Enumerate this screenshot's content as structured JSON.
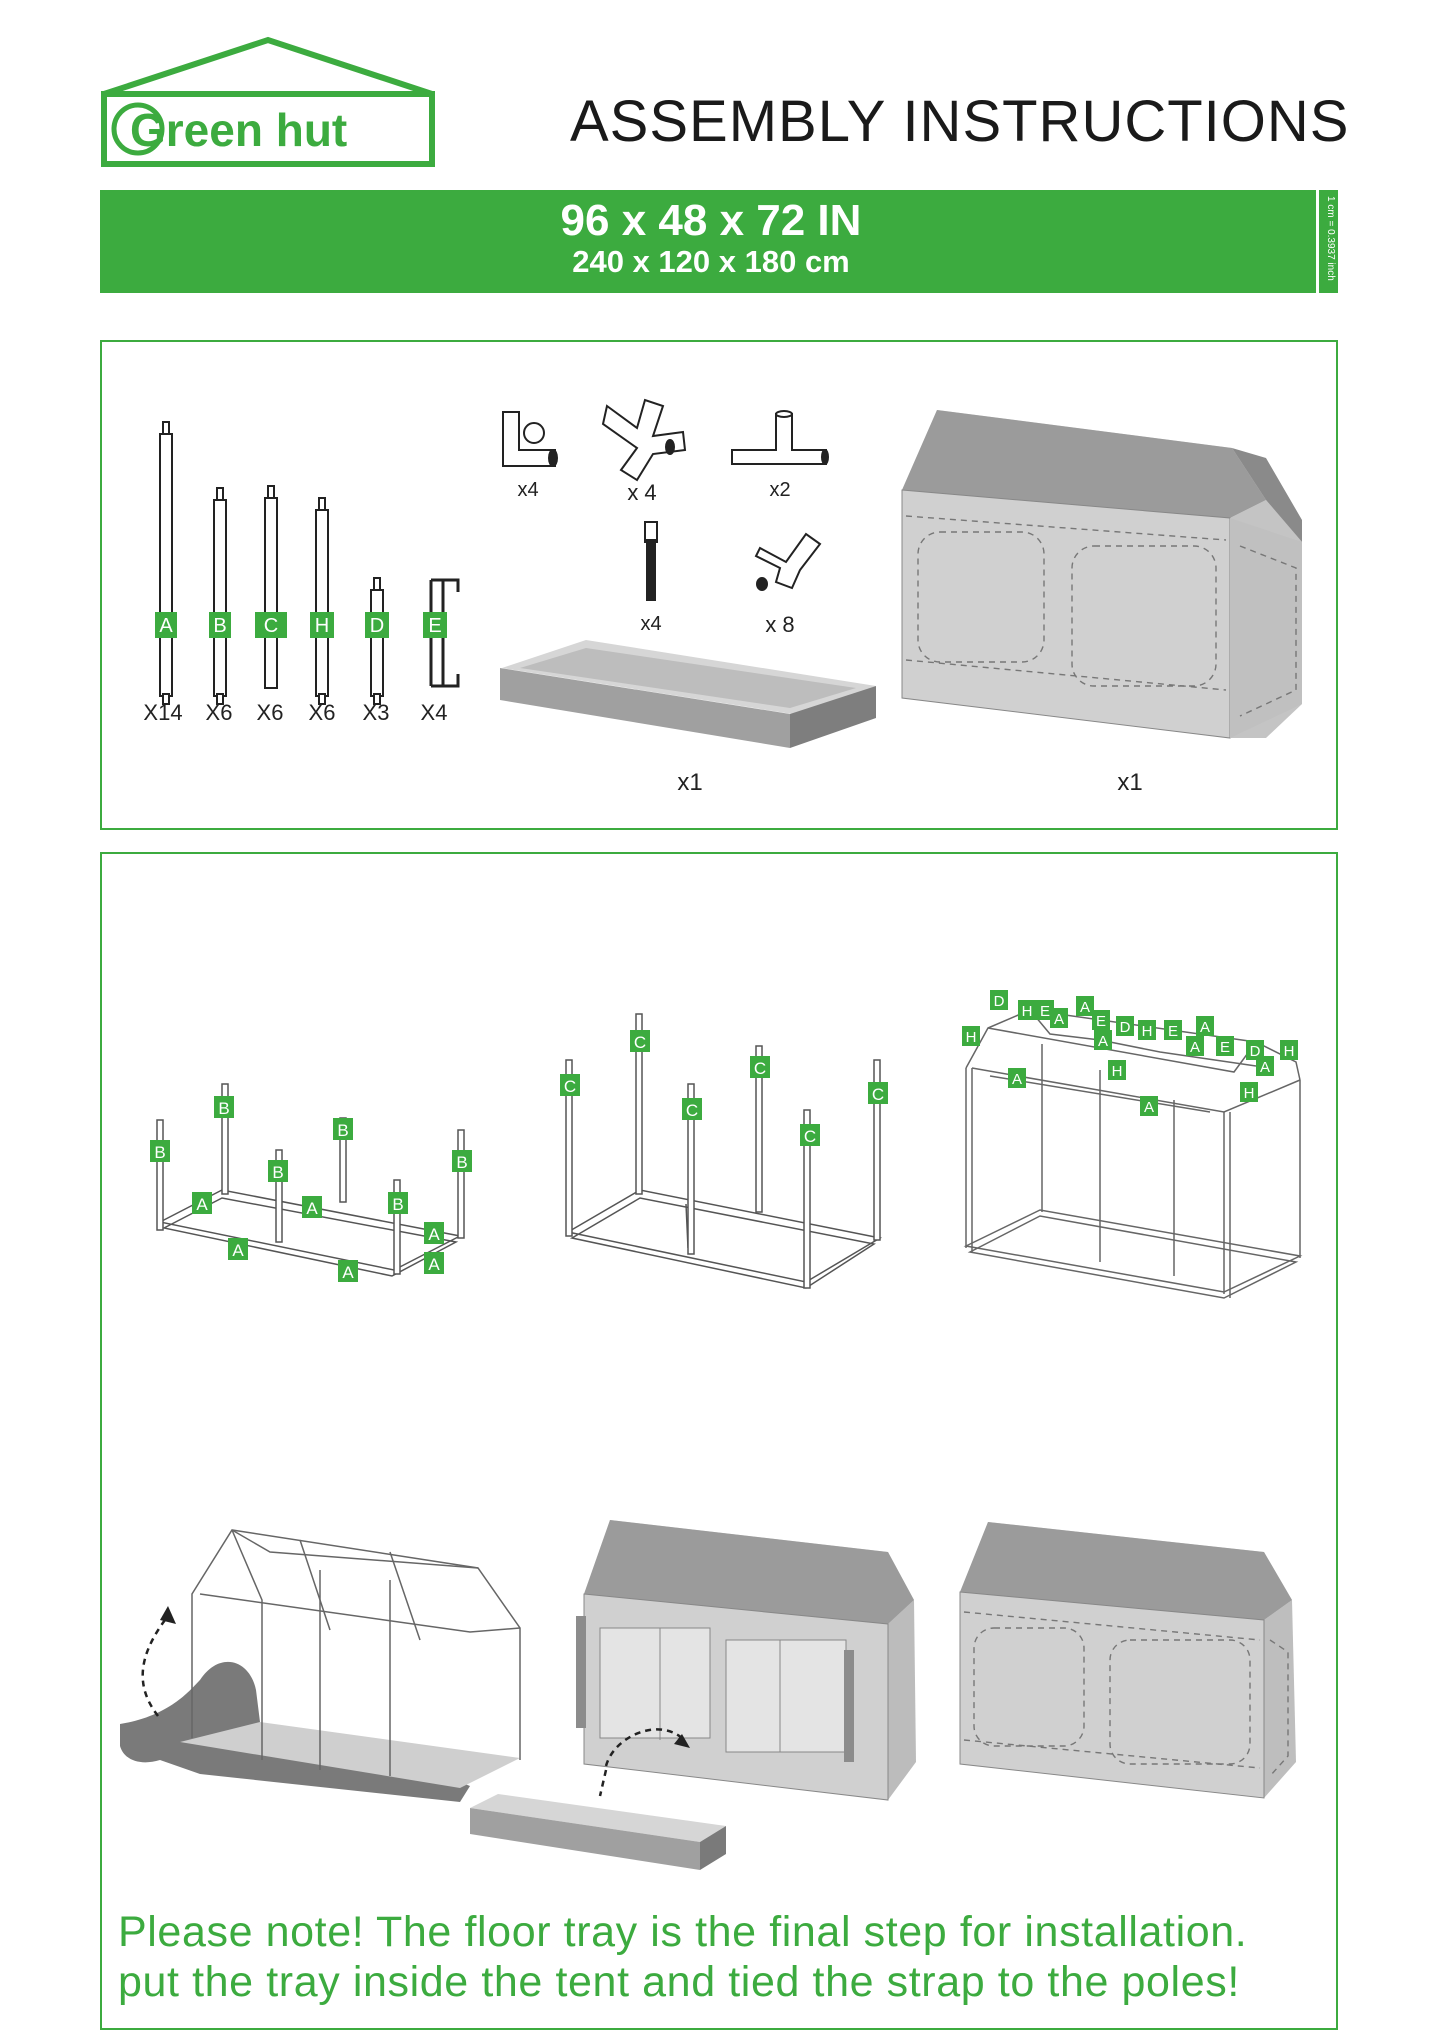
{
  "brand": {
    "name": "Green hut"
  },
  "header": {
    "title": "ASSEMBLY INSTRUCTIONS"
  },
  "size_banner": {
    "inches": "96 x 48 x 72 IN",
    "centimeters": "240 x 120 x 180 cm",
    "conversion_note": "1 cm = 0.3937 inch"
  },
  "parts": {
    "poles": [
      {
        "letter": "A",
        "qty": "X14"
      },
      {
        "letter": "B",
        "qty": "X6"
      },
      {
        "letter": "C",
        "qty": "X6"
      },
      {
        "letter": "H",
        "qty": "X6"
      },
      {
        "letter": "D",
        "qty": "X3"
      },
      {
        "letter": "E",
        "qty": "X4"
      }
    ],
    "connectors": [
      {
        "icon": "corner-connector-icon",
        "qty": "x4"
      },
      {
        "icon": "four-way-connector-icon",
        "qty": "x 4"
      },
      {
        "icon": "t-connector-icon",
        "qty": "x2"
      },
      {
        "icon": "strap-icon",
        "qty": "x4"
      },
      {
        "icon": "three-way-connector-icon",
        "qty": "x 8"
      }
    ],
    "floor_tray": {
      "qty": "x1"
    },
    "tent_cover": {
      "qty": "x1"
    }
  },
  "steps": {
    "step1_labels": [
      "B",
      "B",
      "B",
      "B",
      "B",
      "B",
      "A",
      "A",
      "A",
      "A",
      "A",
      "A"
    ],
    "step2_labels": [
      "C",
      "C",
      "C",
      "C",
      "C",
      "C"
    ],
    "step3_labels": [
      "D",
      "H",
      "E",
      "A",
      "A",
      "E",
      "D",
      "H",
      "E",
      "A",
      "E",
      "D",
      "H",
      "A",
      "H",
      "A",
      "H",
      "A",
      "H",
      "A",
      "A"
    ]
  },
  "note": {
    "line1": "Please note! The floor tray is the final step for installation.",
    "line2": "put the tray inside the tent and tied the strap to the poles!"
  },
  "colors": {
    "brand_green": "#3cab3f",
    "cover_gray": "#9c9c9c",
    "cover_light": "#d2d2d2"
  }
}
